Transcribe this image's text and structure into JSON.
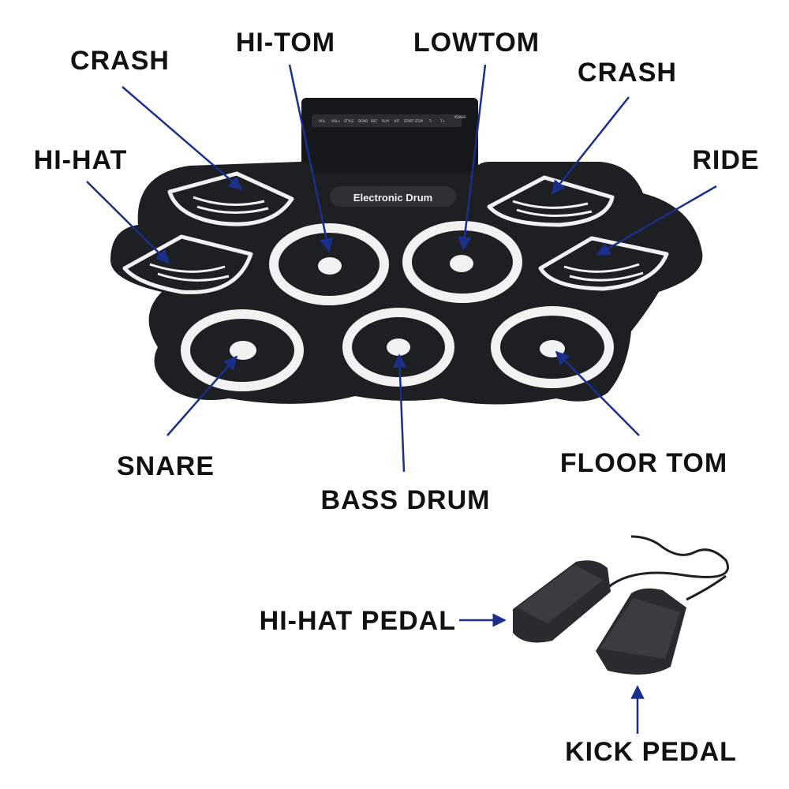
{
  "labels": {
    "crash_left": "CRASH",
    "hi_tom": "HI-TOM",
    "lowtom": "LOWTOM",
    "crash_right": "CRASH",
    "hi_hat": "HI-HAT",
    "ride": "RIDE",
    "snare": "SNARE",
    "bass_drum": "BASS DRUM",
    "floor_tom": "FLOOR TOM",
    "hi_hat_pedal": "HI-HAT PEDAL",
    "kick_pedal": "KICK PEDAL"
  },
  "device": {
    "brand_label": "Electronic Drum",
    "control_buttons": [
      "VOL-",
      "VOL+",
      "STYLE",
      "DEMO",
      "REC",
      "PLAY",
      "KIT",
      "START STOP",
      "T-",
      "T+",
      "POWER"
    ]
  },
  "colors": {
    "arrow": "#1a2f8a",
    "pad_body": "#1e1f22",
    "pad_ring": "#f2f2f2",
    "label_text": "#111111"
  }
}
